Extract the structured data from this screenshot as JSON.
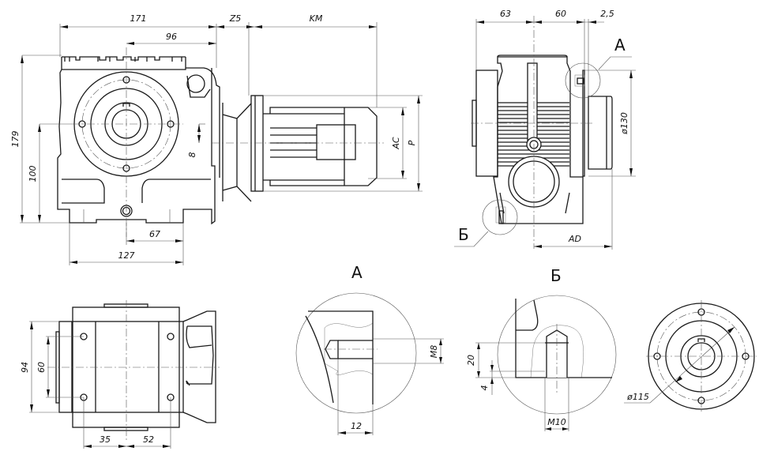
{
  "drawing": {
    "title": "Worm gear motor assembly drawing",
    "colors": {
      "line": "#1a1a1a",
      "thin": "#555555",
      "background": "#ffffff"
    },
    "front_view": {
      "dims": {
        "width_total": "171",
        "shaft_offset": "96",
        "z5": "Z5",
        "km": "KM",
        "height_total": "179",
        "shaft_height": "100",
        "offset_8": "8",
        "ac": "AC",
        "p": "P",
        "foot_67": "67",
        "foot_127": "127"
      }
    },
    "side_view": {
      "dims": {
        "d63": "63",
        "d60": "60",
        "d25": "2,5",
        "dia130": "ø130",
        "ad": "AD"
      },
      "callouts": {
        "a": "A",
        "b": "Б"
      }
    },
    "top_view": {
      "dims": {
        "d94": "94",
        "d60": "60",
        "d35": "35",
        "d52": "52"
      }
    },
    "detail_a": {
      "label": "A",
      "dims": {
        "thread": "M8",
        "depth": "12"
      }
    },
    "detail_b": {
      "label": "Б",
      "dims": {
        "d20": "20",
        "d4": "4",
        "thread": "M10"
      }
    },
    "flange_view": {
      "dims": {
        "dia115": "ø115"
      }
    }
  }
}
